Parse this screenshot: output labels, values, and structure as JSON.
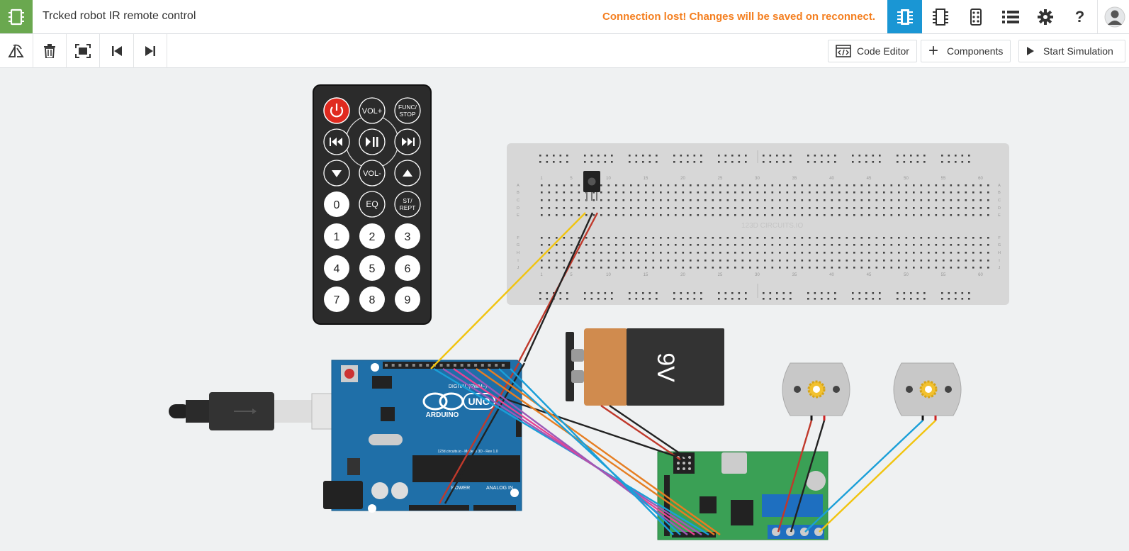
{
  "app": {
    "project_title": "Trcked robot IR remote control",
    "connection_status": "Connection lost! Changes will be saved on reconnect."
  },
  "toolbar": {
    "code_editor_label": "Code Editor",
    "components_label": "Components",
    "start_simulation_label": "Start Simulation"
  },
  "remote": {
    "row1": [
      "VOL+",
      "FUNC/\nSTOP"
    ],
    "vol_plus": "VOL+",
    "func_stop_1": "FUNC/",
    "func_stop_2": "STOP",
    "vol_minus": "VOL-",
    "eq": "EQ",
    "st_1": "ST/",
    "st_2": "REPT",
    "digits": [
      "0",
      "1",
      "2",
      "3",
      "4",
      "5",
      "6",
      "7",
      "8",
      "9"
    ]
  },
  "breadboard": {
    "watermark": "123D CIRCUITS.IO",
    "col_numbers": [
      "1",
      "5",
      "10",
      "15",
      "20",
      "25",
      "30",
      "35",
      "40",
      "45",
      "50",
      "55",
      "60"
    ],
    "row_letters_top": [
      "A",
      "B",
      "C",
      "D",
      "E"
    ],
    "row_letters_bottom": [
      "F",
      "G",
      "H",
      "I",
      "J"
    ]
  },
  "battery": {
    "label": "9V"
  },
  "arduino": {
    "brand": "ARDUINO",
    "model": "UNO",
    "digital_label": "DIGITAL (PWM~)",
    "power_label": "POWER",
    "analog_label": "ANALOG IN",
    "site_text": "123d.circuits.io - Made in 3D - Rev 1.0"
  },
  "colors": {
    "accent": "#1a96d4",
    "brand_green": "#6aa84f",
    "warning": "#f47f20"
  }
}
